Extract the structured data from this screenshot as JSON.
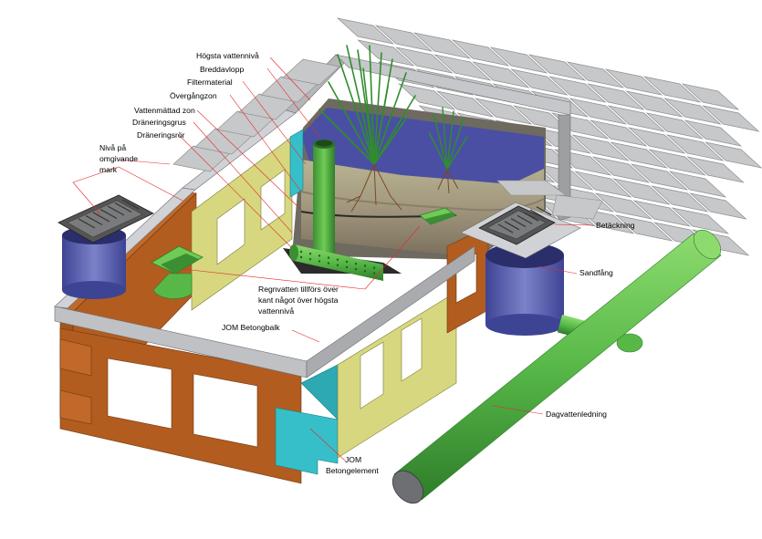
{
  "labels": {
    "hogsta_vattenniva": "Högsta vattennivå",
    "breddavlopp": "Breddavlopp",
    "filtermaterial": "Filtermaterial",
    "overgangszon": "Övergångzon",
    "vattenmattad_zon": "Vattenmättad zon",
    "draneringsgrus": "Dräneringsgrus",
    "draneringsror": "Dräneringsrör",
    "niva_1": "Nivå på",
    "niva_2": "omgivande",
    "niva_3": "mark",
    "betackning": "Betäckning",
    "sandfang": "Sandfång",
    "regn_1": "Regnvatten tillförs över",
    "regn_2": "kant något över högsta",
    "regn_3": "vattennivå",
    "jom_balk": "JOM Betongbalk",
    "dagvatten": "Dagvattenledning",
    "jom_el_1": "JOM",
    "jom_el_2": "Betongelement"
  },
  "colors": {
    "paving": "#c7c8ca",
    "paving_stroke": "#8f9092",
    "frame": "#9d9fa2",
    "brown": "#b25c1f",
    "yellow": "#d6d77f",
    "cyan": "#36bfc9",
    "green": "#57b848",
    "blue": "#5d63b0",
    "water": "#4a4fa3",
    "soil": "#c9bca0",
    "leader": "#e8262a"
  }
}
